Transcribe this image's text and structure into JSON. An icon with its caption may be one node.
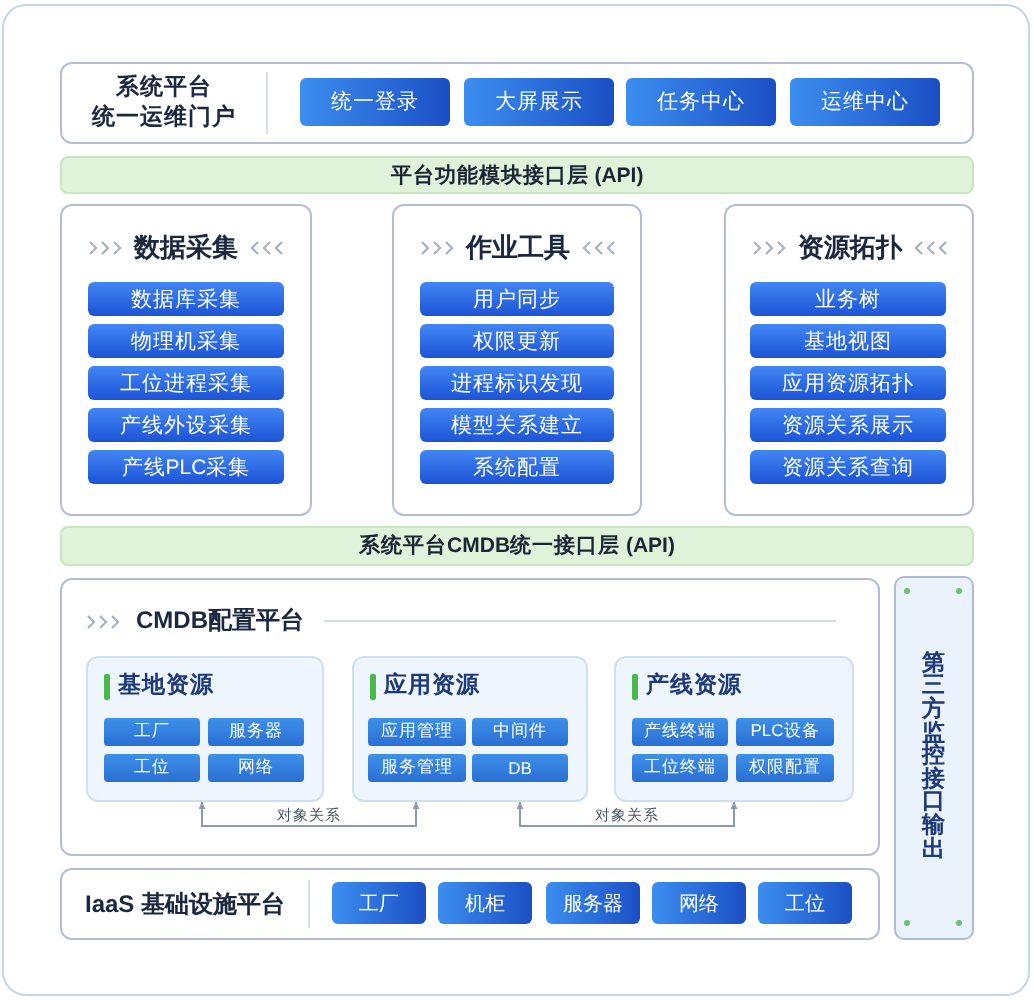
{
  "diagram": {
    "nodes": [
      {
        "text": [
          "系统平台",
          "统一运维门户"
        ]
      },
      {
        "text": [
          "统一登录"
        ],
        "in": 0
      },
      {
        "text": [
          "大屏展示"
        ],
        "in": 0
      },
      {
        "text": [
          "任务中心"
        ],
        "in": 0
      },
      {
        "text": [
          "运维中心"
        ],
        "in": 0
      },
      {
        "text": [
          "平台功能模块接口层 (API)"
        ]
      },
      {
        "text": [
          "数据采集"
        ]
      },
      {
        "text": [
          "数据库采集"
        ],
        "in": 6
      },
      {
        "text": [
          "物理机采集"
        ],
        "in": 6
      },
      {
        "text": [
          "工位进程采集"
        ],
        "in": 6
      },
      {
        "text": [
          "产线外设采集"
        ],
        "in": 6
      },
      {
        "text": [
          "产线PLC采集"
        ],
        "in": 6
      },
      {
        "text": [
          "作业工具"
        ]
      },
      {
        "text": [
          "用户同步"
        ],
        "in": 12
      },
      {
        "text": [
          "权限更新"
        ],
        "in": 12
      },
      {
        "text": [
          "进程标识发现"
        ],
        "in": 12
      },
      {
        "text": [
          "模型关系建立"
        ],
        "in": 12
      },
      {
        "text": [
          "系统配置"
        ],
        "in": 12
      },
      {
        "text": [
          "资源拓扑"
        ]
      },
      {
        "text": [
          "业务树"
        ],
        "in": 18
      },
      {
        "text": [
          "基地视图"
        ],
        "in": 18
      },
      {
        "text": [
          "应用资源拓扑"
        ],
        "in": 18
      },
      {
        "text": [
          "资源关系展示"
        ],
        "in": 18
      },
      {
        "text": [
          "资源关系查询"
        ],
        "in": 18
      },
      {
        "text": [
          "系统平台CMDB统一接口层 (API)"
        ]
      },
      {
        "text": [
          "CMDB配置平台"
        ]
      },
      {
        "text": [
          "基地资源"
        ],
        "in": 25
      },
      {
        "text": [
          "工厂"
        ],
        "in": 26
      },
      {
        "text": [
          "服务器"
        ],
        "in": 26
      },
      {
        "text": [
          "工位"
        ],
        "in": 26
      },
      {
        "text": [
          "网络"
        ],
        "in": 26
      },
      {
        "text": [
          "应用资源"
        ],
        "in": 25
      },
      {
        "text": [
          "应用管理"
        ],
        "in": 31
      },
      {
        "text": [
          "中间件"
        ],
        "in": 31
      },
      {
        "text": [
          "服务管理"
        ],
        "in": 31
      },
      {
        "text": [
          "DB"
        ],
        "in": 31
      },
      {
        "text": [
          "产线资源"
        ],
        "in": 25
      },
      {
        "text": [
          "产线终端"
        ],
        "in": 36
      },
      {
        "text": [
          "PLC设备"
        ],
        "in": 36
      },
      {
        "text": [
          "工位终端"
        ],
        "in": 36
      },
      {
        "text": [
          "权限配置"
        ],
        "in": 36
      },
      {
        "text": [
          "第三方监控接口输出"
        ]
      },
      {
        "text": [
          "IaaS 基础设施平台"
        ]
      },
      {
        "text": [
          "工厂"
        ],
        "in": 42
      },
      {
        "text": [
          "机柜"
        ],
        "in": 42
      },
      {
        "text": [
          "服务器"
        ],
        "in": 42
      },
      {
        "text": [
          "网络"
        ],
        "in": 42
      },
      {
        "text": [
          "工位"
        ],
        "in": 42
      }
    ],
    "edges": [
      {
        "from": 26,
        "to": 31,
        "arrow": "both",
        "label": "对象关系"
      },
      {
        "from": 31,
        "to": 36,
        "arrow": "both",
        "label": "对象关系"
      }
    ]
  }
}
